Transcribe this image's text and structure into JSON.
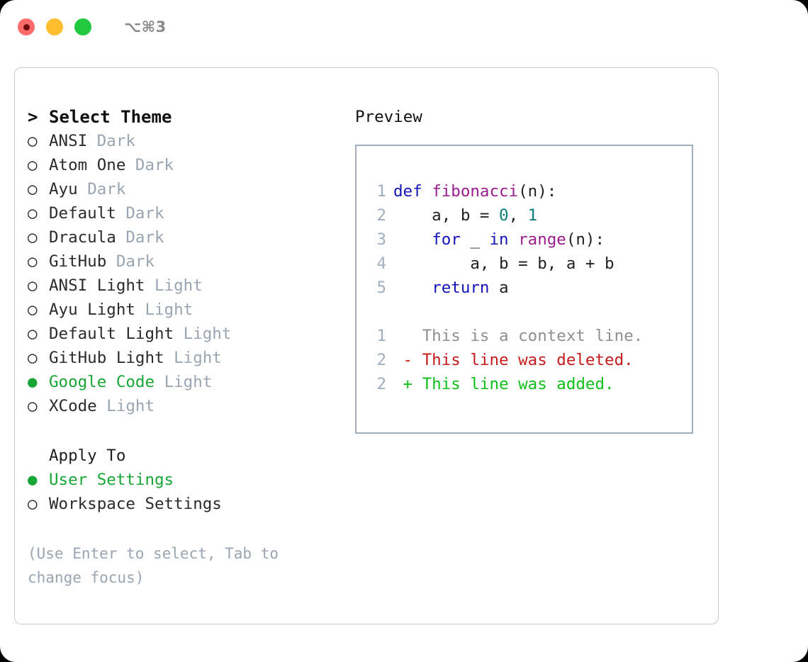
{
  "titlebar": {
    "shortcut": "⌥⌘3",
    "buttons": [
      {
        "name": "close",
        "color": "#FF6B6B"
      },
      {
        "name": "minimize",
        "color": "#FFBE2E"
      },
      {
        "name": "maximize",
        "color": "#22C93F"
      }
    ]
  },
  "left": {
    "header": {
      "prompt": ">",
      "label": "Select Theme"
    },
    "themes": [
      {
        "marker": "○",
        "name": "ANSI",
        "variant": "Dark",
        "selected": false
      },
      {
        "marker": "○",
        "name": "Atom One",
        "variant": "Dark",
        "selected": false
      },
      {
        "marker": "○",
        "name": "Ayu",
        "variant": "Dark",
        "selected": false
      },
      {
        "marker": "○",
        "name": "Default",
        "variant": "Dark",
        "selected": false
      },
      {
        "marker": "○",
        "name": "Dracula",
        "variant": "Dark",
        "selected": false
      },
      {
        "marker": "○",
        "name": "GitHub",
        "variant": "Dark",
        "selected": false
      },
      {
        "marker": "○",
        "name": "ANSI Light",
        "variant": "Light",
        "selected": false
      },
      {
        "marker": "○",
        "name": "Ayu Light",
        "variant": "Light",
        "selected": false
      },
      {
        "marker": "○",
        "name": "Default Light",
        "variant": "Light",
        "selected": false
      },
      {
        "marker": "○",
        "name": "GitHub Light",
        "variant": "Light",
        "selected": false
      },
      {
        "marker": "●",
        "name": "Google Code",
        "variant": "Light",
        "selected": true
      },
      {
        "marker": "○",
        "name": "XCode",
        "variant": "Light",
        "selected": false
      }
    ],
    "apply_to": {
      "title": "Apply To",
      "options": [
        {
          "marker": "●",
          "label": "User Settings",
          "selected": true
        },
        {
          "marker": "○",
          "label": "Workspace Settings",
          "selected": false
        }
      ]
    },
    "hint": "(Use Enter to select, Tab to change focus)"
  },
  "right": {
    "title": "Preview",
    "code_lines": [
      {
        "number": "1",
        "tokens": [
          {
            "t": "def ",
            "c": "kw"
          },
          {
            "t": "fibonacci",
            "c": "fn"
          },
          {
            "t": "(n):",
            "c": "pl"
          }
        ]
      },
      {
        "number": "2",
        "tokens": [
          {
            "t": "    a, b = ",
            "c": "pl"
          },
          {
            "t": "0",
            "c": "num"
          },
          {
            "t": ", ",
            "c": "pl"
          },
          {
            "t": "1",
            "c": "num"
          }
        ]
      },
      {
        "number": "3",
        "tokens": [
          {
            "t": "    ",
            "c": "pl"
          },
          {
            "t": "for",
            "c": "kw"
          },
          {
            "t": " _ ",
            "c": "pl"
          },
          {
            "t": "in",
            "c": "kw"
          },
          {
            "t": " ",
            "c": "pl"
          },
          {
            "t": "range",
            "c": "fn"
          },
          {
            "t": "(n):",
            "c": "pl"
          }
        ]
      },
      {
        "number": "4",
        "tokens": [
          {
            "t": "        a, b = b, a + b",
            "c": "pl"
          }
        ]
      },
      {
        "number": "5",
        "tokens": [
          {
            "t": "    ",
            "c": "pl"
          },
          {
            "t": "return",
            "c": "kw"
          },
          {
            "t": " a",
            "c": "pl"
          }
        ]
      }
    ],
    "diff_lines": [
      {
        "number": "1",
        "sign": " ",
        "text": " This is a context line.",
        "kind": "ctx"
      },
      {
        "number": "2",
        "sign": "-",
        "text": " This line was deleted.",
        "kind": "del"
      },
      {
        "number": "2",
        "sign": "+",
        "text": " This line was added.",
        "kind": "add"
      }
    ]
  },
  "colors": {
    "accent_green": "#18A636",
    "muted": "#9aa5b1",
    "keyword": "#1414B8",
    "function": "#9B1C8E",
    "number": "#0B7D7D",
    "diff_added": "#0FBF1B",
    "diff_deleted": "#C61B1B",
    "border": "#a3adbd"
  }
}
